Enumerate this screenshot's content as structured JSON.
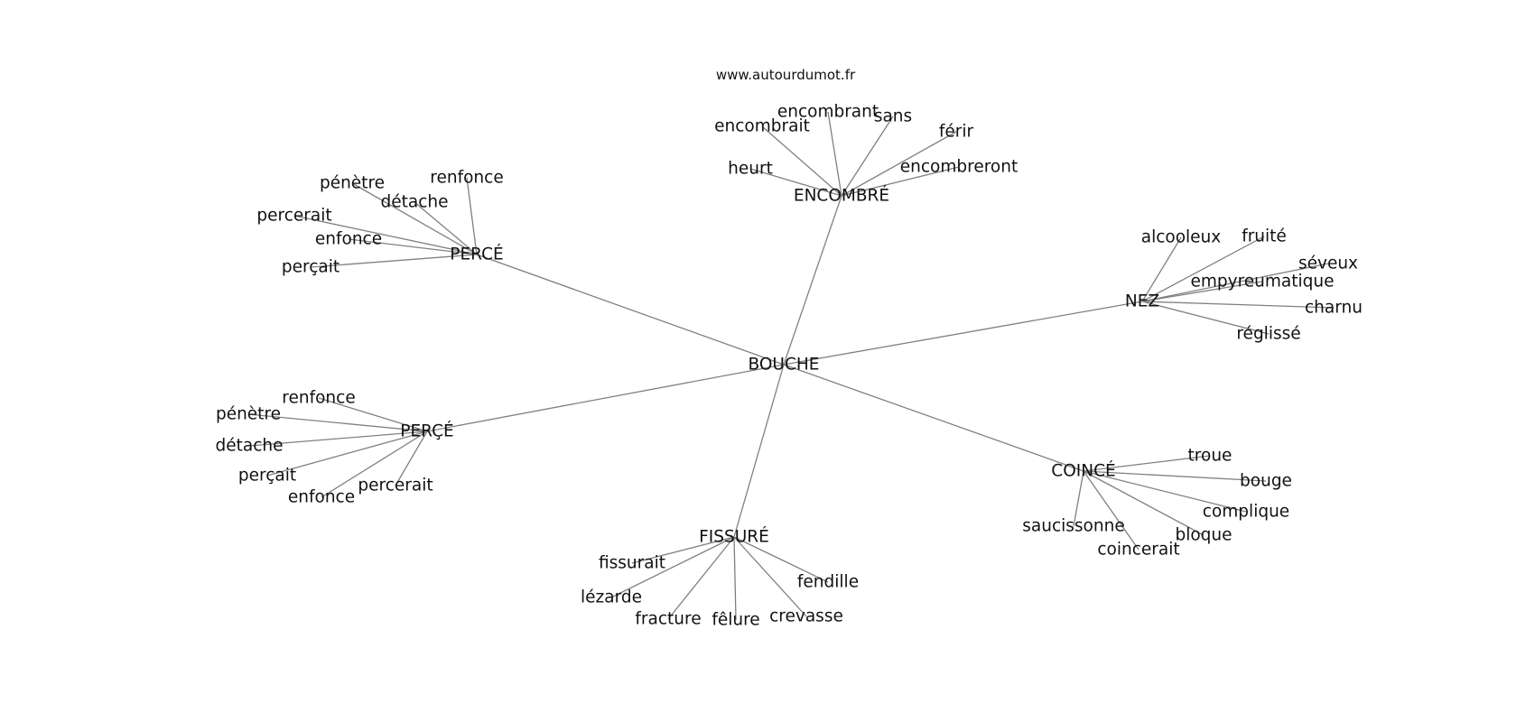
{
  "source": "www.autourdumot.fr",
  "graph": {
    "center": "BOUCHE",
    "hubs": [
      {
        "label": "ENCOMBRÉ",
        "leaves": [
          "encombrant",
          "encombrait",
          "sans",
          "férir",
          "heurt",
          "encombreront"
        ]
      },
      {
        "label": "PERCÉ",
        "leaves": [
          "renfonce",
          "pénètre",
          "détache",
          "percerait",
          "enfonce",
          "perçait"
        ]
      },
      {
        "label": "NEZ",
        "leaves": [
          "alcooleux",
          "fruité",
          "séveux",
          "empyreumatique",
          "charnu",
          "réglissé"
        ]
      },
      {
        "label": "PERÇÉ",
        "leaves": [
          "renfonce",
          "pénètre",
          "détache",
          "perçait",
          "enfonce",
          "percerait"
        ]
      },
      {
        "label": "COINCÉ",
        "leaves": [
          "troue",
          "bouge",
          "complique",
          "saucissonne",
          "bloque",
          "coincerait"
        ]
      },
      {
        "label": "FISSURÉ",
        "leaves": [
          "fissurait",
          "lézarde",
          "fendille",
          "fracture",
          "fêlure",
          "crevasse"
        ]
      }
    ]
  }
}
